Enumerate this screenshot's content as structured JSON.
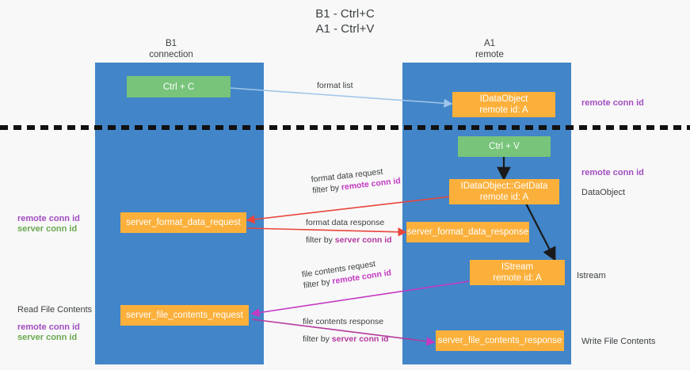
{
  "title": "B1 - Ctrl+C\nA1 - Ctrl+V",
  "columns": [
    {
      "name": "B1",
      "sub": "connection"
    },
    {
      "name": "A1",
      "sub": "remote"
    }
  ],
  "colors": {
    "lane": "#4285c8",
    "node_orange": "#fbb03b",
    "node_green": "#77c47a",
    "conn_purple": "#a24ec0",
    "conn_green": "#6aa84f",
    "arrow_blue": "#9fc5e8",
    "arrow_red": "#e8453c",
    "arrow_magenta": "#c339c3",
    "arrow_black": "#1a1a1a",
    "divider": "#111111"
  },
  "nodes": {
    "ctrl_c": {
      "label": "Ctrl + C"
    },
    "ctrl_v": {
      "label": "Ctrl + V"
    },
    "idataobject": {
      "label": "IDataObject",
      "sub": "remote id: A"
    },
    "getdata": {
      "label": "IDataObject::GetData",
      "sub": "remote id: A"
    },
    "istream": {
      "label": "IStream",
      "sub": "remote id: A"
    },
    "server_format_data_request": {
      "label": "server_format_data_request"
    },
    "server_format_data_response": {
      "label": "server_format_data_response"
    },
    "server_file_contents_request": {
      "label": "server_file_contents_request"
    },
    "server_file_contents_response": {
      "label": "server_file_contents_response"
    }
  },
  "left_labels": {
    "remote_conn_id_1": "remote conn id",
    "server_conn_id_1": "server conn id",
    "read_file_contents": "Read File Contents",
    "remote_conn_id_2": "remote conn id",
    "server_conn_id_2": "server conn id"
  },
  "right_labels": {
    "remote_conn_id_top": "remote conn id",
    "remote_conn_id_mid": "remote conn id",
    "dataobject": "DataObject",
    "istream": "Istream",
    "write_file_contents": "Write File Contents"
  },
  "edges": {
    "format_list": {
      "line1": "format list"
    },
    "format_data_request": {
      "line1": "format data request",
      "line2_prefix": "filter by ",
      "line2_key": "remote conn id"
    },
    "format_data_response": {
      "line1": "format data response",
      "line2_prefix": "filter by ",
      "line2_key": "server conn id"
    },
    "file_contents_request": {
      "line1": "file contents request",
      "line2_prefix": "filter by ",
      "line2_key": "remote conn id"
    },
    "file_contents_response": {
      "line1": "file contents response",
      "line2_prefix": "filter by ",
      "line2_key": "server conn id"
    }
  }
}
